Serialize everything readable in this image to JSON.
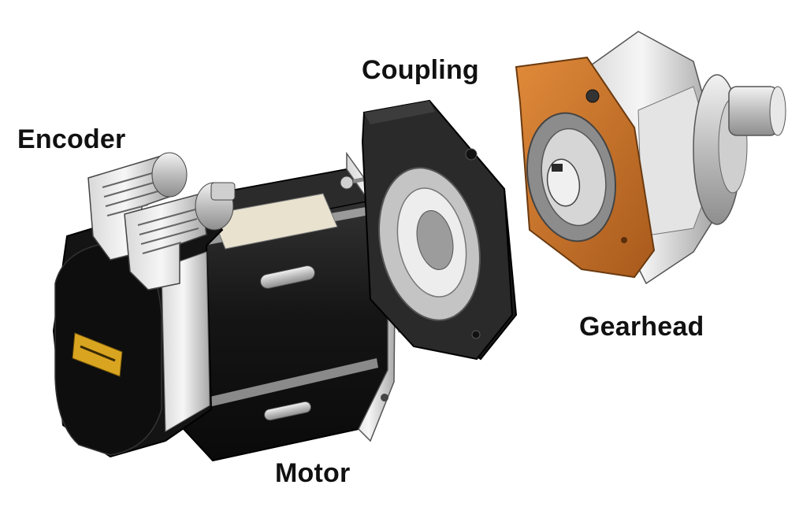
{
  "labels": {
    "encoder": "Encoder",
    "coupling": "Coupling",
    "gearhead": "Gearhead",
    "motor": "Motor"
  },
  "colors": {
    "background": "#ffffff",
    "motor_body": "#1c1c1c",
    "metal": "#c9c9c9",
    "gearhead_flange": "#c8752a",
    "coupling_block": "#262626",
    "nameplate": "#e8e2cf",
    "brand_badge": "#d9a520"
  }
}
